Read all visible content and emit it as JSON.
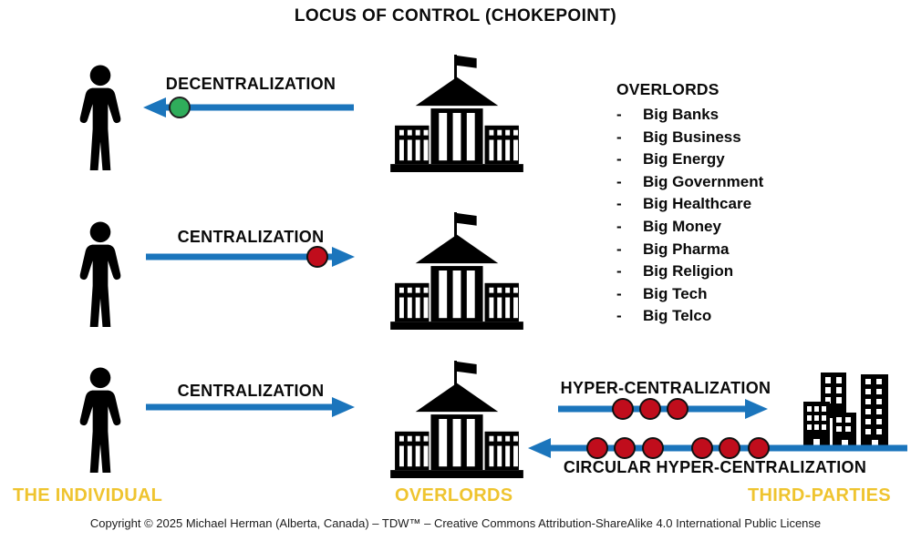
{
  "title": "LOCUS OF CONTROL (CHOKEPOINT)",
  "rows": [
    {
      "arrow_label": "DECENTRALIZATION",
      "direction": "left",
      "dots": [
        "green"
      ]
    },
    {
      "arrow_label": "CENTRALIZATION",
      "direction": "right",
      "dots": [
        "red"
      ]
    },
    {
      "arrow_label": "CENTRALIZATION",
      "direction": "right",
      "dots": []
    }
  ],
  "overlords": {
    "header": "OVERLORDS",
    "bullet": "-",
    "items": [
      "Big Banks",
      "Big Business",
      "Big Energy",
      "Big Government",
      "Big Healthcare",
      "Big Money",
      "Big Pharma",
      "Big Religion",
      "Big Tech",
      "Big Telco"
    ]
  },
  "third_party_flows": {
    "to_third_parties": {
      "label": "HYPER-CENTRALIZATION",
      "direction": "right",
      "dots": [
        "red",
        "red",
        "red"
      ]
    },
    "from_third_parties": {
      "label": "CIRCULAR HYPER-CENTRALIZATION",
      "direction": "left",
      "dots": [
        "red",
        "red",
        "red",
        "red",
        "red",
        "red"
      ]
    }
  },
  "actors": {
    "individual": "THE INDIVIDUAL",
    "overlords": "OVERLORDS",
    "third_parties": "THIRD-PARTIES"
  },
  "copyright": "Copyright © 2025 Michael Herman (Alberta, Canada) – TDW™ – Creative Commons Attribution-ShareAlike 4.0 International Public License",
  "colors": {
    "arrow_blue": "#1B75BC",
    "dot_red": "#C00D1C",
    "dot_green": "#2FAD5B",
    "label_gold": "#EFC42F",
    "icon_black": "#000000"
  }
}
